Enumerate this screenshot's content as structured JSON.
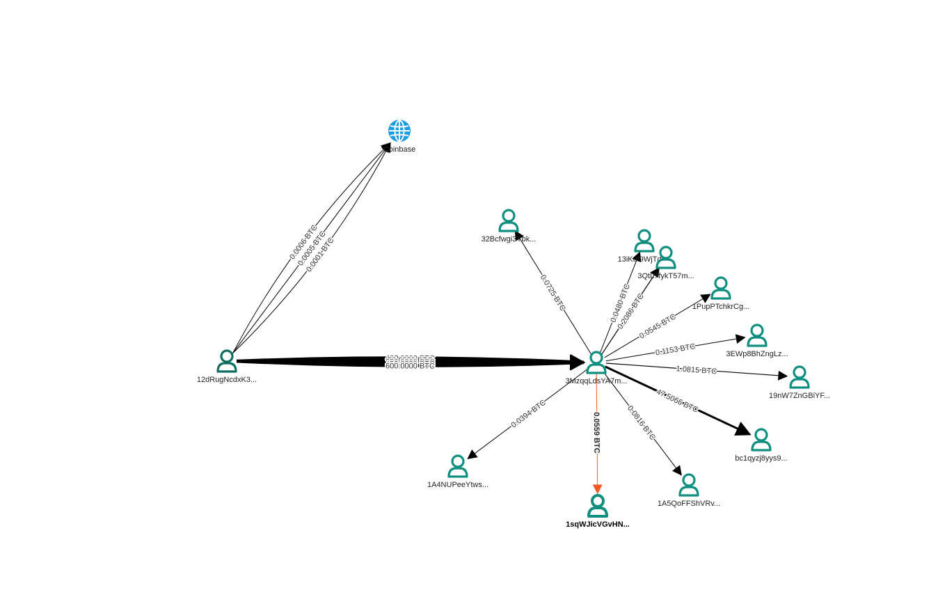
{
  "colors": {
    "wallet": "#0f8f7f",
    "wallet_dark": "#0c6f62",
    "service": "#1a9de0",
    "edge": "#000000",
    "edge_highlight": "#f05a28"
  },
  "nodes": [
    {
      "id": "coinbase",
      "label": "Coinbase",
      "icon": "globe-icon",
      "kind": "service"
    },
    {
      "id": "n12dRug",
      "label": "12dRugNcdxK3...",
      "icon": "user-icon",
      "kind": "wallet",
      "dark": true
    },
    {
      "id": "n3Mzqq",
      "label": "3MzqqLdsYA7m...",
      "icon": "user-icon",
      "kind": "wallet"
    },
    {
      "id": "n32Bcf",
      "label": "32Bcfwgi3Ybk...",
      "icon": "user-icon",
      "kind": "wallet"
    },
    {
      "id": "n13iK",
      "label": "13iKuf9WjTdy...",
      "icon": "user-icon",
      "kind": "wallet"
    },
    {
      "id": "n3QtL",
      "label": "3QtL7fykT57m...",
      "icon": "user-icon",
      "kind": "wallet"
    },
    {
      "id": "n1PupP",
      "label": "1PupPTchkrCg...",
      "icon": "user-icon",
      "kind": "wallet"
    },
    {
      "id": "n3EWp",
      "label": "3EWp8BhZngLz...",
      "icon": "user-icon",
      "kind": "wallet"
    },
    {
      "id": "n19nW",
      "label": "19nW7ZnGBiYF...",
      "icon": "user-icon",
      "kind": "wallet"
    },
    {
      "id": "nbc1q",
      "label": "bc1qyzj8yys9...",
      "icon": "user-icon",
      "kind": "wallet"
    },
    {
      "id": "n1A5Q",
      "label": "1A5QoFFShVRv...",
      "icon": "user-icon",
      "kind": "wallet"
    },
    {
      "id": "n1sqW",
      "label": "1sqWJicVGvHN...",
      "icon": "user-icon",
      "kind": "wallet",
      "selected": true
    },
    {
      "id": "n1A4N",
      "label": "1A4NUPeeYtws...",
      "icon": "user-icon",
      "kind": "wallet"
    }
  ],
  "edges": [
    {
      "from": "n12dRug",
      "to": "coinbase",
      "label": "0.0006 BTC",
      "amount": 0.0006
    },
    {
      "from": "n12dRug",
      "to": "coinbase",
      "label": "0.0005 BTC",
      "amount": 0.0005
    },
    {
      "from": "n12dRug",
      "to": "coinbase",
      "label": "0.0001 BTC",
      "amount": 0.0001
    },
    {
      "from": "n12dRug",
      "to": "n3Mzqq",
      "label": "400.0000 BTC",
      "amount": 400
    },
    {
      "from": "n12dRug",
      "to": "n3Mzqq",
      "label": "50.0000 BTC",
      "amount": 50
    },
    {
      "from": "n12dRug",
      "to": "n3Mzqq",
      "label": "250.0000 BTC",
      "amount": 250
    },
    {
      "from": "n12dRug",
      "to": "n3Mzqq",
      "label": "450.0000 BTC",
      "amount": 450
    },
    {
      "from": "n12dRug",
      "to": "n3Mzqq",
      "label": "600.0000 BTC",
      "amount": 600
    },
    {
      "from": "n3Mzqq",
      "to": "n32Bcf",
      "label": "0.0725 BTC",
      "amount": 0.0725
    },
    {
      "from": "n3Mzqq",
      "to": "n13iK",
      "label": "0.0480 BTC",
      "amount": 0.048
    },
    {
      "from": "n3Mzqq",
      "to": "n3QtL",
      "label": "0.2086 BTC",
      "amount": 0.2086
    },
    {
      "from": "n3Mzqq",
      "to": "n1PupP",
      "label": "0.0545 BTC",
      "amount": 0.0545
    },
    {
      "from": "n3Mzqq",
      "to": "n3EWp",
      "label": "0.1153 BTC",
      "amount": 0.1153
    },
    {
      "from": "n3Mzqq",
      "to": "n19nW",
      "label": "1.0815 BTC",
      "amount": 1.0815
    },
    {
      "from": "n3Mzqq",
      "to": "nbc1q",
      "label": "47.5066 BTC",
      "amount": 47.5066
    },
    {
      "from": "n3Mzqq",
      "to": "n1A5Q",
      "label": "0.0816 BTC",
      "amount": 0.0816
    },
    {
      "from": "n3Mzqq",
      "to": "n1sqW",
      "label": "0.0559 BTC",
      "amount": 0.0559,
      "highlight": true
    },
    {
      "from": "n3Mzqq",
      "to": "n1A4N",
      "label": "0.0394 BTC",
      "amount": 0.0394
    }
  ]
}
